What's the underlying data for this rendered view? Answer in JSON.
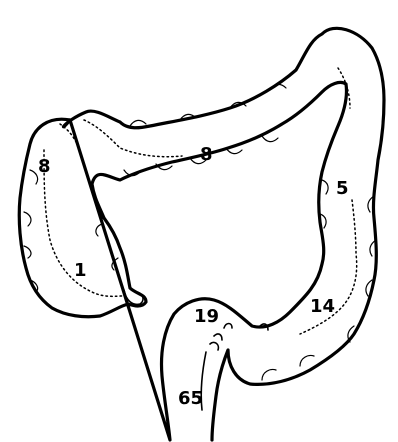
{
  "figure": {
    "description_labels": {
      "ascending_colon": "8",
      "transverse_colon": "8",
      "descending_colon": "5",
      "cecum": "1",
      "sigmoid_colon": "14",
      "rectosigmoid": "19",
      "rectum": "65"
    },
    "colors": {
      "ink": "#000000",
      "background": "#ffffff"
    }
  }
}
